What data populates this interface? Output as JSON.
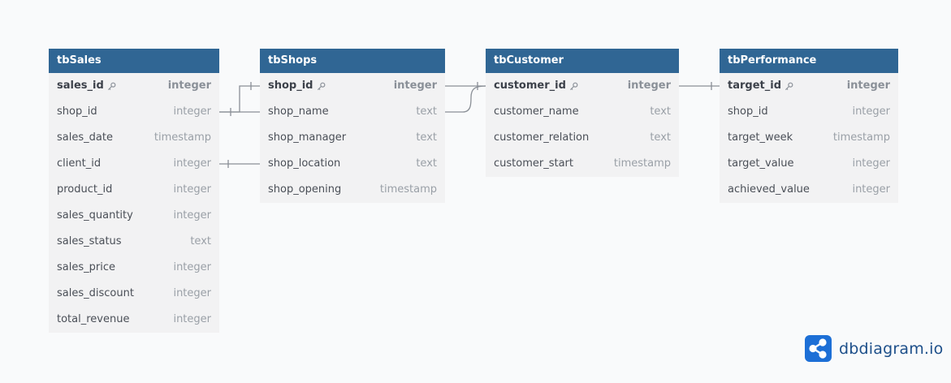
{
  "tables": [
    {
      "name": "tbSales",
      "columns": [
        {
          "name": "sales_id",
          "type": "integer",
          "pk": true
        },
        {
          "name": "shop_id",
          "type": "integer"
        },
        {
          "name": "sales_date",
          "type": "timestamp"
        },
        {
          "name": "client_id",
          "type": "integer"
        },
        {
          "name": "product_id",
          "type": "integer"
        },
        {
          "name": "sales_quantity",
          "type": "integer"
        },
        {
          "name": "sales_status",
          "type": "text"
        },
        {
          "name": "sales_price",
          "type": "integer"
        },
        {
          "name": "sales_discount",
          "type": "integer"
        },
        {
          "name": "total_revenue",
          "type": "integer"
        }
      ]
    },
    {
      "name": "tbShops",
      "columns": [
        {
          "name": "shop_id",
          "type": "integer",
          "pk": true
        },
        {
          "name": "shop_name",
          "type": "text"
        },
        {
          "name": "shop_manager",
          "type": "text"
        },
        {
          "name": "shop_location",
          "type": "text"
        },
        {
          "name": "shop_opening",
          "type": "timestamp"
        }
      ]
    },
    {
      "name": "tbCustomer",
      "columns": [
        {
          "name": "customer_id",
          "type": "integer",
          "pk": true
        },
        {
          "name": "customer_name",
          "type": "text"
        },
        {
          "name": "customer_relation",
          "type": "text"
        },
        {
          "name": "customer_start",
          "type": "timestamp"
        }
      ]
    },
    {
      "name": "tbPerformance",
      "columns": [
        {
          "name": "target_id",
          "type": "integer",
          "pk": true
        },
        {
          "name": "shop_id",
          "type": "integer"
        },
        {
          "name": "target_week",
          "type": "timestamp"
        },
        {
          "name": "target_value",
          "type": "integer"
        },
        {
          "name": "achieved_value",
          "type": "integer"
        }
      ]
    }
  ],
  "brand": {
    "name": "dbdiagram.io",
    "icon": "share-nodes-icon",
    "color": "#1d6fd6"
  },
  "colors": {
    "header": "#306694",
    "table_body": "#f2f2f3",
    "connector": "#8a8f96"
  }
}
